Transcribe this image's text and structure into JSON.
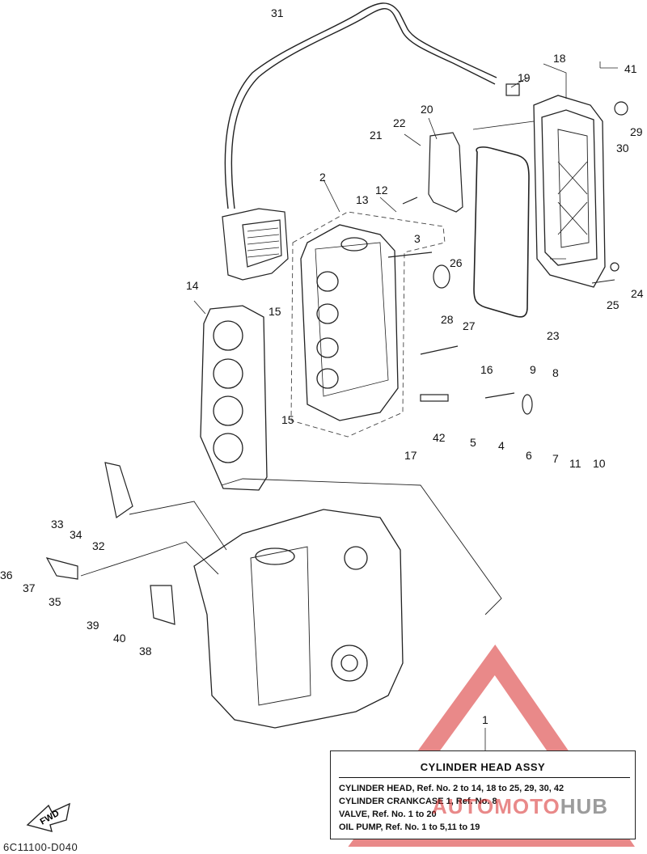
{
  "parts": [
    "1",
    "2",
    "3",
    "4",
    "5",
    "6",
    "7",
    "8",
    "9",
    "10",
    "11",
    "12",
    "13",
    "14",
    "15",
    "15",
    "16",
    "17",
    "18",
    "19",
    "20",
    "21",
    "22",
    "23",
    "24",
    "25",
    "26",
    "27",
    "28",
    "29",
    "30",
    "31",
    "32",
    "33",
    "34",
    "35",
    "36",
    "37",
    "38",
    "39",
    "40",
    "41",
    "42"
  ],
  "assy_box": {
    "title": "CYLINDER HEAD  ASSY",
    "rows": [
      "CYLINDER HEAD,  Ref. No. 2 to 14, 18 to 25, 29, 30, 42",
      "CYLINDER CRANKCASE 1,  Ref. No. 8",
      "VALVE,          Ref. No. 1 to 20",
      "OIL PUMP,  Ref. No. 1 to 5,11 to 19"
    ]
  },
  "fwd_label": "FWD",
  "diagram_code": "6C11100-D040",
  "watermark": {
    "left": "AU",
    "mid": "TOMOTO",
    "right": "HUB"
  }
}
